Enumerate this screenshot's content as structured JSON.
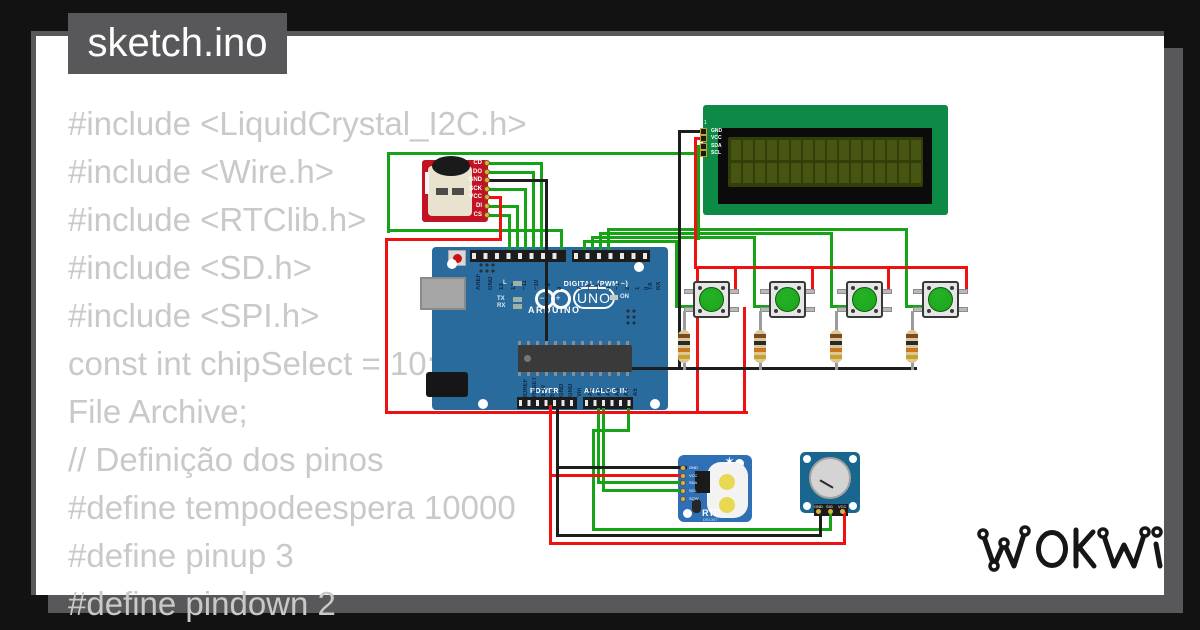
{
  "frame": {
    "background": "#121212",
    "card": "#ffffff",
    "shadow": "#58585a"
  },
  "title": {
    "text": "sketch.ino"
  },
  "code": {
    "color": "#c9c9c9",
    "lines": [
      "#include <LiquidCrystal_I2C.h>",
      "#include <Wire.h>",
      "#include <RTClib.h>",
      "#include <SD.h>",
      "#include <SPI.h>",
      "const int chipSelect = 10;",
      "File Archive;",
      "// Definição dos pinos",
      "#define tempodeespera 10000",
      "#define pinup 3",
      "#define pindown 2"
    ]
  },
  "logo": {
    "text": "WOKWI",
    "color": "#161616"
  },
  "circuit": {
    "wire_colors": {
      "g": "#16a316",
      "r": "#ee1111",
      "k": "#1d1d1d"
    },
    "wires": [
      [
        "g",
        351,
        116,
        316,
        3
      ],
      [
        "g",
        351,
        116,
        3,
        81
      ],
      [
        "g",
        351,
        193,
        176,
        3
      ],
      [
        "g",
        524,
        193,
        3,
        20
      ],
      [
        "g",
        452,
        126,
        55,
        3
      ],
      [
        "g",
        504,
        126,
        3,
        87
      ],
      [
        "g",
        452,
        135,
        47,
        3
      ],
      [
        "g",
        496,
        135,
        3,
        78
      ],
      [
        "g",
        452,
        152,
        39,
        3
      ],
      [
        "g",
        488,
        152,
        3,
        61
      ],
      [
        "g",
        452,
        169,
        31,
        3
      ],
      [
        "g",
        480,
        169,
        3,
        44
      ],
      [
        "g",
        452,
        178,
        23,
        3
      ],
      [
        "g",
        472,
        178,
        3,
        35
      ],
      [
        "g",
        661,
        109,
        8,
        3
      ],
      [
        "g",
        661,
        109,
        3,
        95
      ],
      [
        "g",
        547,
        204,
        3,
        10
      ],
      [
        "g",
        547,
        204,
        95,
        3
      ],
      [
        "g",
        639,
        204,
        3,
        68
      ],
      [
        "g",
        639,
        269,
        20,
        3
      ],
      [
        "g",
        555,
        200,
        3,
        14
      ],
      [
        "g",
        555,
        200,
        165,
        3
      ],
      [
        "g",
        717,
        200,
        3,
        72
      ],
      [
        "g",
        717,
        269,
        18,
        3
      ],
      [
        "g",
        563,
        196,
        3,
        18
      ],
      [
        "g",
        563,
        196,
        234,
        3
      ],
      [
        "g",
        794,
        196,
        3,
        76
      ],
      [
        "g",
        794,
        269,
        18,
        3
      ],
      [
        "g",
        571,
        192,
        3,
        22
      ],
      [
        "g",
        571,
        192,
        301,
        3
      ],
      [
        "g",
        869,
        192,
        3,
        80
      ],
      [
        "g",
        869,
        269,
        19,
        3
      ],
      [
        "g",
        561,
        372,
        3,
        76
      ],
      [
        "g",
        561,
        445,
        88,
        3
      ],
      [
        "g",
        566,
        372,
        3,
        84
      ],
      [
        "g",
        566,
        453,
        83,
        3
      ],
      [
        "g",
        591,
        372,
        3,
        23
      ],
      [
        "g",
        556,
        393,
        38,
        3
      ],
      [
        "g",
        556,
        393,
        3,
        102
      ],
      [
        "g",
        556,
        492,
        240,
        3
      ],
      [
        "g",
        793,
        476,
        3,
        19
      ],
      [
        "r",
        452,
        160,
        14,
        3
      ],
      [
        "r",
        463,
        160,
        3,
        45
      ],
      [
        "r",
        349,
        202,
        117,
        3
      ],
      [
        "r",
        349,
        202,
        3,
        176
      ],
      [
        "r",
        349,
        375,
        363,
        3
      ],
      [
        "r",
        660,
        231,
        3,
        147
      ],
      [
        "r",
        707,
        271,
        3,
        107
      ],
      [
        "r",
        660,
        230,
        272,
        3
      ],
      [
        "r",
        698,
        230,
        3,
        24
      ],
      [
        "r",
        775,
        230,
        3,
        24
      ],
      [
        "r",
        851,
        230,
        3,
        24
      ],
      [
        "r",
        929,
        230,
        3,
        26
      ],
      [
        "r",
        658,
        101,
        11,
        3
      ],
      [
        "r",
        658,
        101,
        3,
        132
      ],
      [
        "r",
        513,
        369,
        3,
        140
      ],
      [
        "r",
        513,
        506,
        297,
        3
      ],
      [
        "r",
        807,
        476,
        3,
        33
      ],
      [
        "r",
        513,
        438,
        136,
        3
      ],
      [
        "k",
        642,
        94,
        27,
        3
      ],
      [
        "k",
        642,
        94,
        3,
        240
      ],
      [
        "k",
        452,
        143,
        59,
        3
      ],
      [
        "k",
        509,
        143,
        3,
        191
      ],
      [
        "k",
        509,
        331,
        372,
        3
      ],
      [
        "k",
        520,
        369,
        3,
        132
      ],
      [
        "k",
        520,
        430,
        131,
        3
      ],
      [
        "k",
        520,
        498,
        266,
        3
      ],
      [
        "k",
        783,
        476,
        3,
        25
      ]
    ],
    "sd": {
      "pins": [
        "CD",
        "DO",
        "GND",
        "SCK",
        "VCC",
        "DI",
        "CS"
      ]
    },
    "lcd": {
      "pins": [
        "GND",
        "VCC",
        "SDA",
        "SCL"
      ],
      "first_pin": "1",
      "cols": 16,
      "rows": 2
    },
    "arduino": {
      "digital_left": [
        "AREF",
        "GND",
        "13",
        "12",
        "~11",
        "~10",
        "~9",
        "8"
      ],
      "digital_right": [
        "7",
        "~6",
        "~5",
        "4",
        "~3",
        "2",
        "1",
        "0"
      ],
      "serial_labels": [
        "TX",
        "RX"
      ],
      "digital_label": "DIGITAL (PWM ~)",
      "model": "UNO",
      "brand": "ARDUINO",
      "leds": [
        "L",
        "TX",
        "RX"
      ],
      "on_label": "ON",
      "power_pins": [
        "IOREF",
        "RESET",
        "3.3V",
        "5V",
        "GND",
        "GND",
        "Vin"
      ],
      "power_label": "POWER",
      "analog_pins": [
        "A0",
        "A1",
        "A2",
        "A3",
        "A4",
        "A5"
      ],
      "analog_label": "ANALOG IN"
    },
    "buttons": {
      "x": [
        657,
        733,
        810,
        886
      ],
      "cap_color": "#1da51d"
    },
    "resistors": {
      "x": [
        648,
        724,
        800,
        876
      ],
      "bands": [
        "#7a4a21",
        "#2a2a2a",
        "#c9781e",
        "#c9a227"
      ]
    },
    "rtc": {
      "label": "RTC",
      "sublabel": "DS1307",
      "pins": [
        "GND",
        "VCC",
        "SDA",
        "SCL",
        "SQW"
      ]
    },
    "pot": {
      "pins": [
        "GND",
        "SIG",
        "VCC"
      ]
    }
  }
}
